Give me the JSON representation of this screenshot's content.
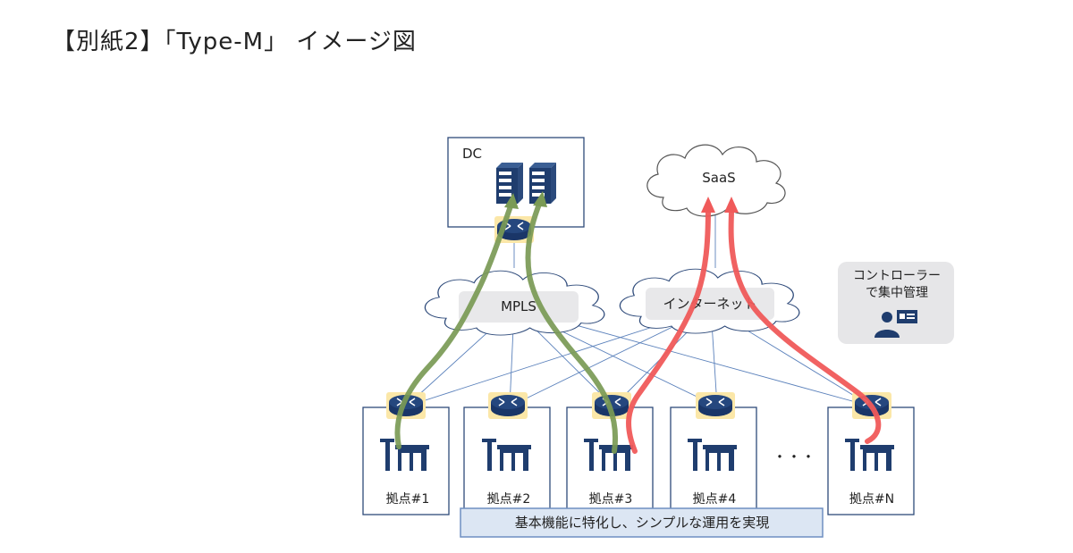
{
  "title": "【別紙2】「Type-M」 イメージ図",
  "dc": {
    "label": "DC"
  },
  "saas": {
    "label": "SaaS"
  },
  "networks": {
    "mpls": "MPLS",
    "internet": "インターネット"
  },
  "controller": {
    "line1": "コントローラー",
    "line2": "で集中管理",
    "icon": "admin-user-icon"
  },
  "sites": [
    {
      "label": "拠点#1"
    },
    {
      "label": "拠点#2"
    },
    {
      "label": "拠点#3"
    },
    {
      "label": "拠点#4"
    },
    {
      "label": "拠点#N"
    }
  ],
  "ellipsis": "・・・",
  "caption": "基本機能に特化し、シンプルな運用を実現",
  "colors": {
    "navy": "#1f3d6e",
    "border": "#2e4a7a",
    "router_bg": "#fbe7a8",
    "green_path": "#7a9a55",
    "red_path": "#f05a5a",
    "cloud_fill": "#ffffff",
    "label_box": "#e8e8ea",
    "controller_box": "#e6e6e8",
    "caption_bg": "#dce6f3",
    "caption_border": "#6f8fc2"
  }
}
